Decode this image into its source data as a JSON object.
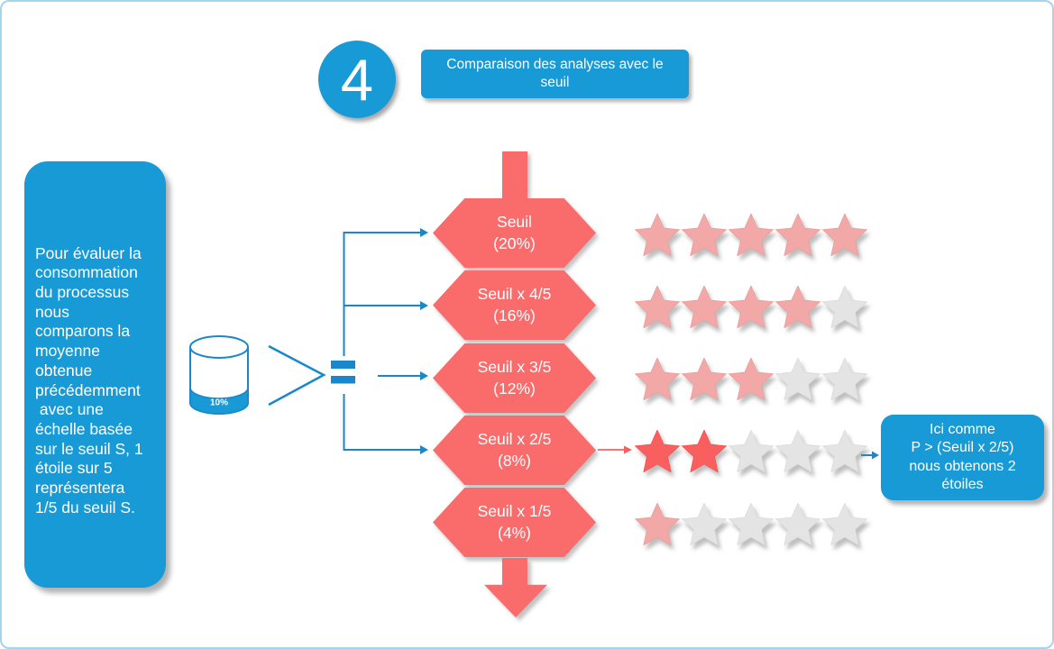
{
  "step": {
    "number": "4",
    "title": "Comparaison des analyses avec le\nseuil"
  },
  "left_note": "Pour évaluer la\nconsommation\ndu processus\nnous\ncomparons la\nmoyenne\nobtenue\nprécédemment\n avec une\néchelle basée\nsur le seuil S, 1\nétoile sur 5\nreprésentera\n1/5 du seuil S.",
  "cylinder": {
    "label": "10%"
  },
  "operators": {
    "greater_than": ">",
    "equals": "="
  },
  "hexagons": [
    {
      "line1": "Seuil",
      "line2": "(20%)"
    },
    {
      "line1": "Seuil x 4/5",
      "line2": "(16%)"
    },
    {
      "line1": "Seuil x 3/5",
      "line2": "(12%)"
    },
    {
      "line1": "Seuil x 2/5",
      "line2": "(8%)"
    },
    {
      "line1": "Seuil x 1/5",
      "line2": "(4%)"
    }
  ],
  "star_rows": [
    {
      "filled": 5,
      "fill_style": "pink"
    },
    {
      "filled": 4,
      "fill_style": "pink"
    },
    {
      "filled": 3,
      "fill_style": "pink"
    },
    {
      "filled": 2,
      "fill_style": "red",
      "highlighted": true
    },
    {
      "filled": 1,
      "fill_style": "pink"
    }
  ],
  "callout": "Ici comme\nP > (Seuil x 2/5)\nnous obtenons 2\nétoiles",
  "colors": {
    "blue": "#189AD6",
    "connector_blue": "#1887CB",
    "red": "#FA6B6B",
    "pink_star": "#F2A8A7",
    "pink_star_edge": "#EC9E9D",
    "red_star": "#FA5F5F",
    "red_star_edge": "#F75050",
    "gray_star": "#E4E4E4",
    "gray_star_edge": "#DCDCDC",
    "page_border": "#A6D4EA"
  }
}
